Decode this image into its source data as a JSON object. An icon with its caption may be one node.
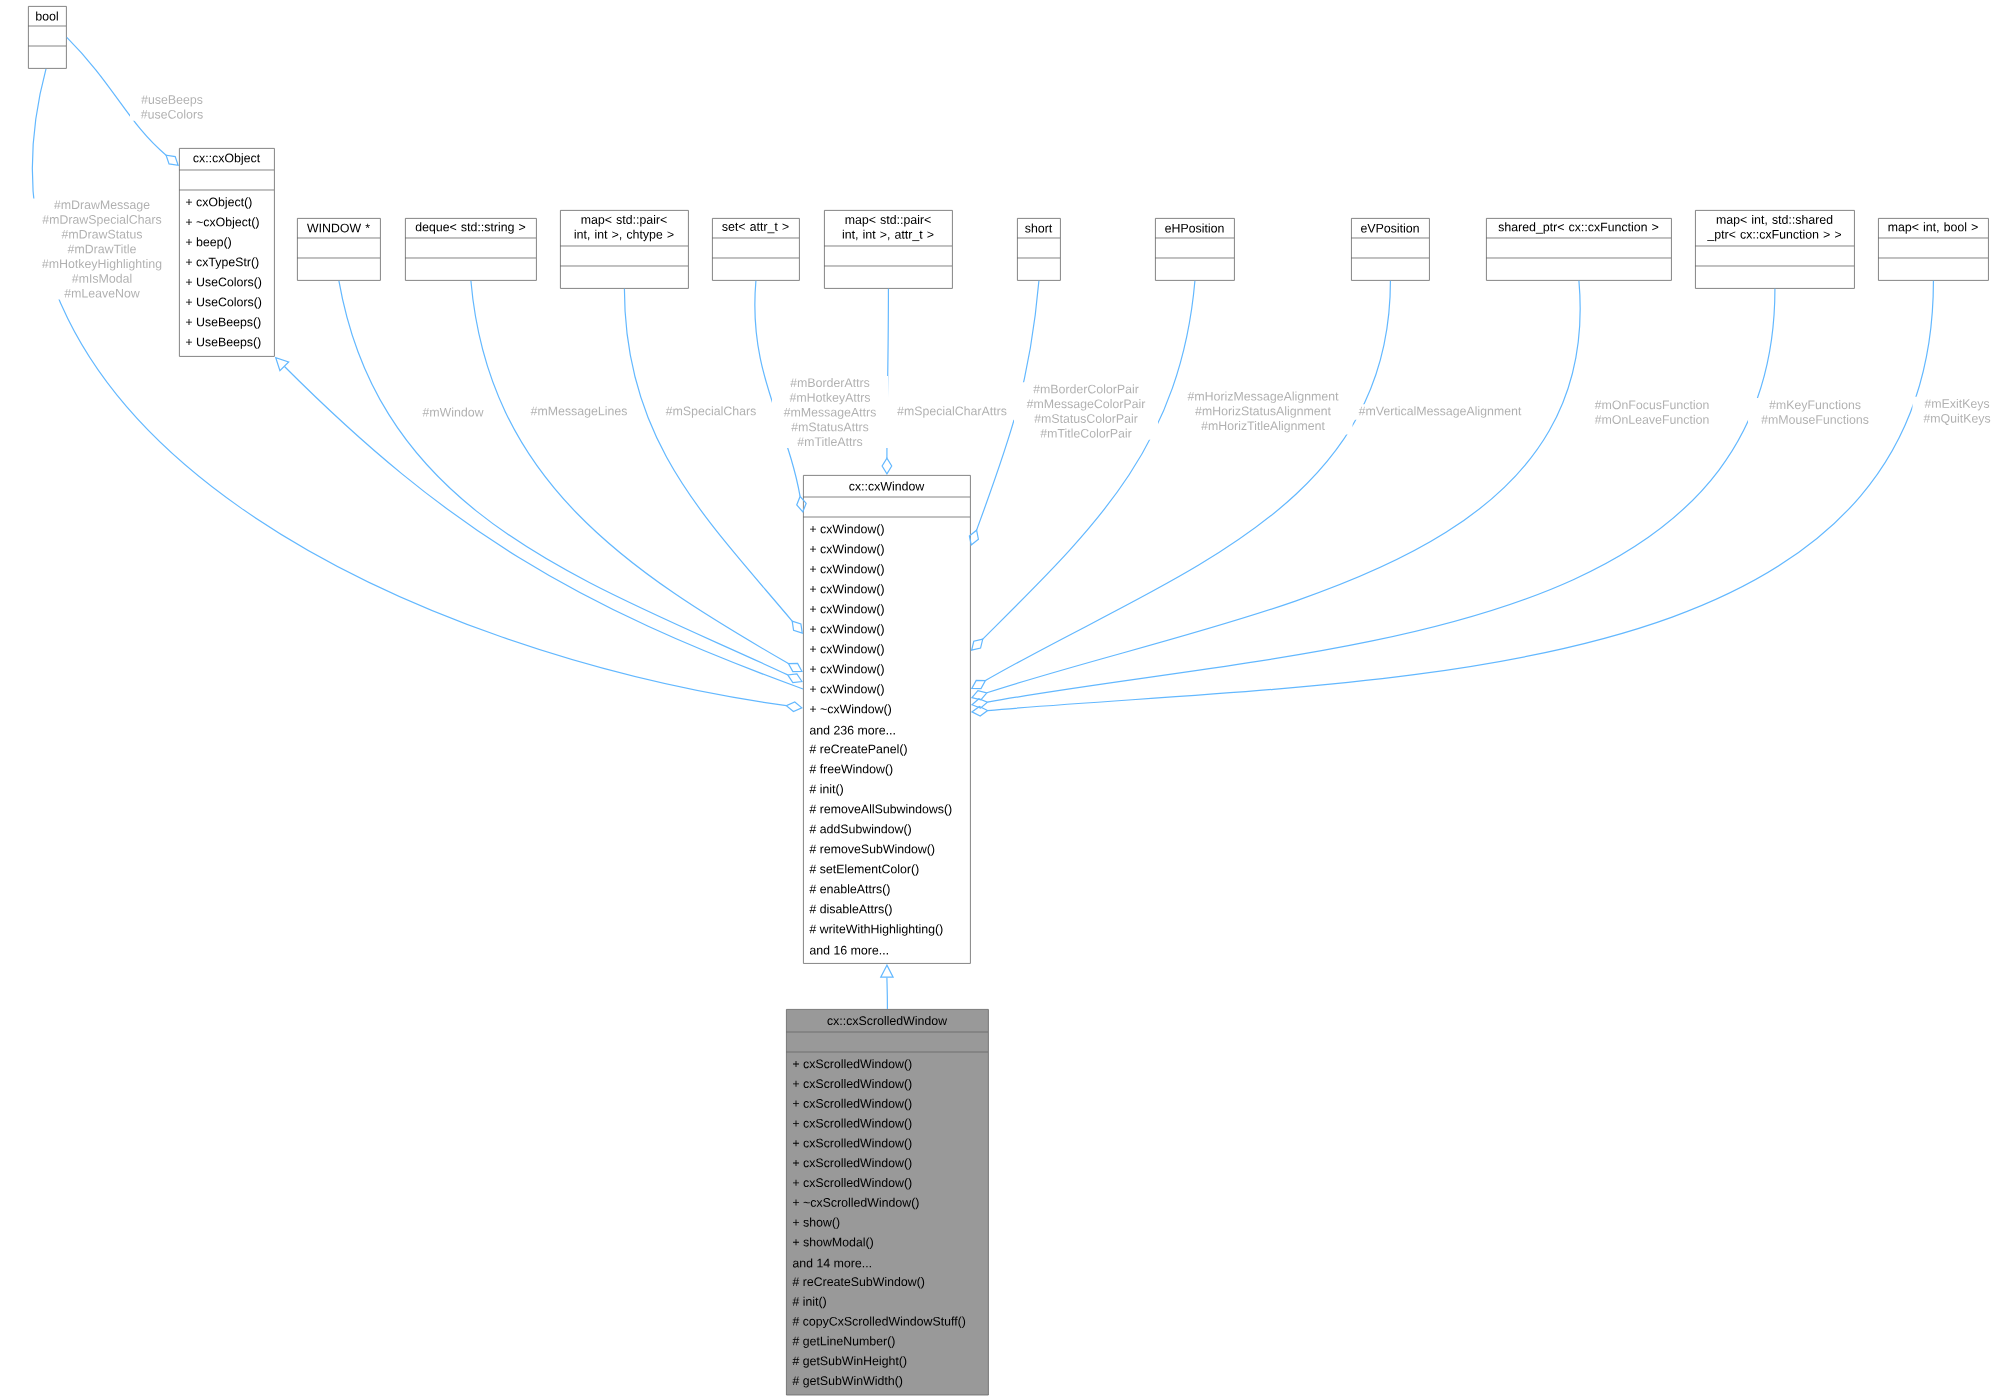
{
  "diagram": {
    "nodes": [
      {
        "text": [
          "bool"
        ]
      },
      {
        "text": [
          "cx::cxObject",
          "+ cxObject()",
          "+ ~cxObject()",
          "+ beep()",
          "+ cxTypeStr()",
          "+ UseColors()",
          "+ UseColors()",
          "+ UseBeeps()",
          "+ UseBeeps()"
        ]
      },
      {
        "text": [
          "WINDOW *"
        ]
      },
      {
        "text": [
          "deque< std::string >"
        ]
      },
      {
        "text": [
          "map< std::pair< int, int >, chtype >"
        ]
      },
      {
        "text": [
          "set< attr_t >"
        ]
      },
      {
        "text": [
          "map< std::pair< int, int >, attr_t >"
        ]
      },
      {
        "text": [
          "short"
        ]
      },
      {
        "text": [
          "eHPosition"
        ]
      },
      {
        "text": [
          "eVPosition"
        ]
      },
      {
        "text": [
          "shared_ptr< cx::cxFunction >"
        ]
      },
      {
        "text": [
          "map< int, std::shared _ptr< cx::cxFunction > >"
        ]
      },
      {
        "text": [
          "map< int, bool >"
        ]
      },
      {
        "text": [
          "cx::cxWindow",
          "+ cxWindow()",
          "+ cxWindow()",
          "+ cxWindow()",
          "+ cxWindow()",
          "+ cxWindow()",
          "+ cxWindow()",
          "+ cxWindow()",
          "+ cxWindow()",
          "+ cxWindow()",
          "+ ~cxWindow()",
          "and 236 more...",
          "# reCreatePanel()",
          "# freeWindow()",
          "# init()",
          "# removeAllSubwindows()",
          "# addSubwindow()",
          "# removeSubWindow()",
          "# setElementColor()",
          "# enableAttrs()",
          "# disableAttrs()",
          "# writeWithHighlighting()",
          "and 16 more..."
        ]
      },
      {
        "text": [
          "cx::cxScrolledWindow",
          "+ cxScrolledWindow()",
          "+ cxScrolledWindow()",
          "+ cxScrolledWindow()",
          "+ cxScrolledWindow()",
          "+ cxScrolledWindow()",
          "+ cxScrolledWindow()",
          "+ cxScrolledWindow()",
          "+ ~cxScrolledWindow()",
          "+ show()",
          "+ showModal()",
          "and 14 more...",
          "# reCreateSubWindow()",
          "# init()",
          "# copyCxScrolledWindowStuff()",
          "# getLineNumber()",
          "# getSubWinHeight()",
          "# getSubWinWidth()"
        ]
      }
    ],
    "edges": [
      {
        "from": 0,
        "to": 1,
        "arrow": "other",
        "label": "#useBeeps #useColors"
      },
      {
        "from": 0,
        "to": 13,
        "arrow": "other",
        "label": "#mDrawMessage #mDrawSpecialChars #mDrawStatus #mDrawTitle #mHotkeyHighlighting #mIsModal #mLeaveNow"
      },
      {
        "from": 13,
        "to": 1,
        "arrow": "to"
      },
      {
        "from": 2,
        "to": 13,
        "arrow": "other",
        "label": "#mWindow"
      },
      {
        "from": 3,
        "to": 13,
        "arrow": "other",
        "label": "#mMessageLines"
      },
      {
        "from": 4,
        "to": 13,
        "arrow": "other",
        "label": "#mSpecialChars"
      },
      {
        "from": 5,
        "to": 13,
        "arrow": "other",
        "label": "#mBorderAttrs #mHotkeyAttrs #mMessageAttrs #mStatusAttrs #mTitleAttrs"
      },
      {
        "from": 6,
        "to": 13,
        "arrow": "other",
        "label": "#mSpecialCharAttrs"
      },
      {
        "from": 7,
        "to": 13,
        "arrow": "other",
        "label": "#mBorderColorPair #mMessageColorPair #mStatusColorPair #mTitleColorPair"
      },
      {
        "from": 8,
        "to": 13,
        "arrow": "other",
        "label": "#mHorizMessageAlignment #mHorizStatusAlignment #mHorizTitleAlignment"
      },
      {
        "from": 9,
        "to": 13,
        "arrow": "other",
        "label": "#mVerticalMessageAlignment"
      },
      {
        "from": 10,
        "to": 13,
        "arrow": "other",
        "label": "#mOnFocusFunction #mOnLeaveFunction"
      },
      {
        "from": 11,
        "to": 13,
        "arrow": "other",
        "label": "#mKeyFunctions #mMouseFunctions"
      },
      {
        "from": 12,
        "to": 13,
        "arrow": "other",
        "label": "#mExitKeys #mQuitKeys"
      },
      {
        "from": 14,
        "to": 13,
        "arrow": "to"
      }
    ]
  }
}
